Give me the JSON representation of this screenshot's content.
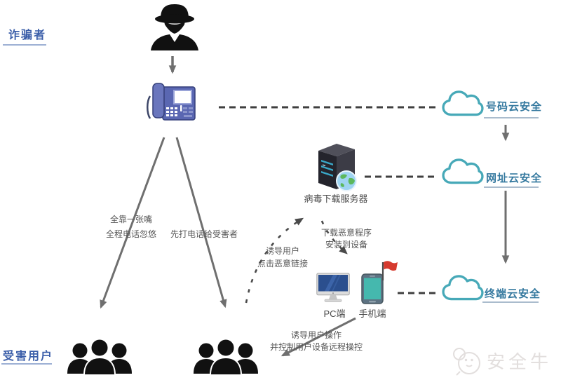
{
  "sections": {
    "fraudster_label": "诈骗者",
    "victims_label": "受害用户"
  },
  "clouds": [
    {
      "label": "号码云安全"
    },
    {
      "label": "网址云安全"
    },
    {
      "label": "终端云安全"
    }
  ],
  "nodes": {
    "server_label": "病毒下载服务器",
    "pc_label": "PC端",
    "mobile_label": "手机端"
  },
  "edge_labels": {
    "phone_talk_line1": "全靠一张嘴",
    "phone_talk_line2": "全程电话忽悠",
    "call_first": "先打电话给受害者",
    "lure_click_line1": "诱导用户",
    "lure_click_line2": "点击恶意链接",
    "download_line1": "下载恶意程序",
    "download_line2": "安装到设备",
    "control_line1": "诱导用户操作",
    "control_line2": "并控制用户设备远程操控"
  },
  "watermark": {
    "brand": "安全牛"
  },
  "icons": [
    "spy-icon",
    "desk-phone-icon",
    "cloud-icon",
    "server-icon",
    "globe-icon",
    "pc-icon",
    "smartphone-icon",
    "red-flag-icon",
    "people-group-icon",
    "brand-logo-icon"
  ],
  "colors": {
    "section_label_blue": "#3b5ea9",
    "cloud_stroke_teal": "#47a9b8",
    "cloud_label_teal": "#35799f",
    "solid_arrow_gray": "#6f6f6f",
    "dashed_line_gray": "#434343",
    "edge_text_gray": "#565656",
    "phone_slate_blue": "#5a67b2",
    "server_dark": "#24242c",
    "pc_screen_blue": "#2b4f8e",
    "smartphone_teal": "#45b8ae",
    "flag_red": "#d63a2e",
    "people_black": "#111111",
    "watermark_gray": "#e2dedd"
  }
}
